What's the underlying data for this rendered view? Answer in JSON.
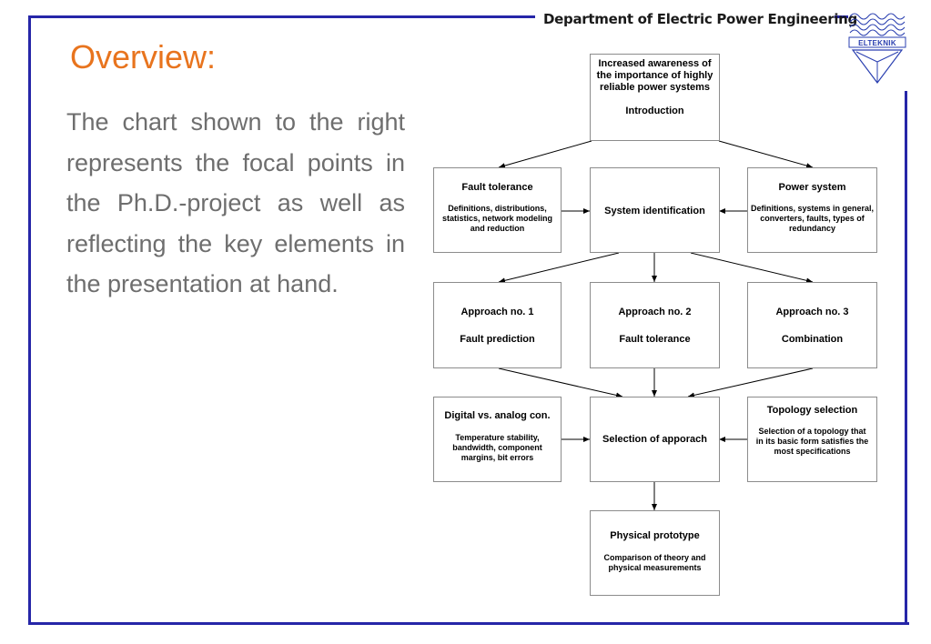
{
  "header": {
    "department": "Department of Electric Power Engineering",
    "logo_text": "ELTEKNIK"
  },
  "slide": {
    "title": "Overview:",
    "body": "The chart shown to the right represents the focal points in the Ph.D.-project as well as reflecting the key elements in the presentation at hand."
  },
  "diagram": {
    "intro": {
      "line1": "Increased awareness of the importance of highly reliable power systems",
      "line2": "Introduction"
    },
    "fault_tolerance": {
      "title": "Fault tolerance",
      "sub": "Definitions, distributions, statistics, network modeling and reduction"
    },
    "system_id": {
      "title": "System identification"
    },
    "power_system": {
      "title": "Power system",
      "sub": "Definitions, systems in general, converters, faults, types of redundancy"
    },
    "approach1": {
      "title": "Approach no. 1",
      "sub": "Fault prediction"
    },
    "approach2": {
      "title": "Approach no. 2",
      "sub": "Fault tolerance"
    },
    "approach3": {
      "title": "Approach no. 3",
      "sub": "Combination"
    },
    "digital": {
      "title": "Digital vs. analog con.",
      "sub": "Temperature stability, bandwidth, component margins, bit errors"
    },
    "selection": {
      "title": "Selection of apporach"
    },
    "topology": {
      "title": "Topology selection",
      "sub": "Selection of a topology that in its basic form satisfies the most specifications"
    },
    "prototype": {
      "title": "Physical prototype",
      "sub": "Comparison of theory and physical measurements"
    }
  }
}
